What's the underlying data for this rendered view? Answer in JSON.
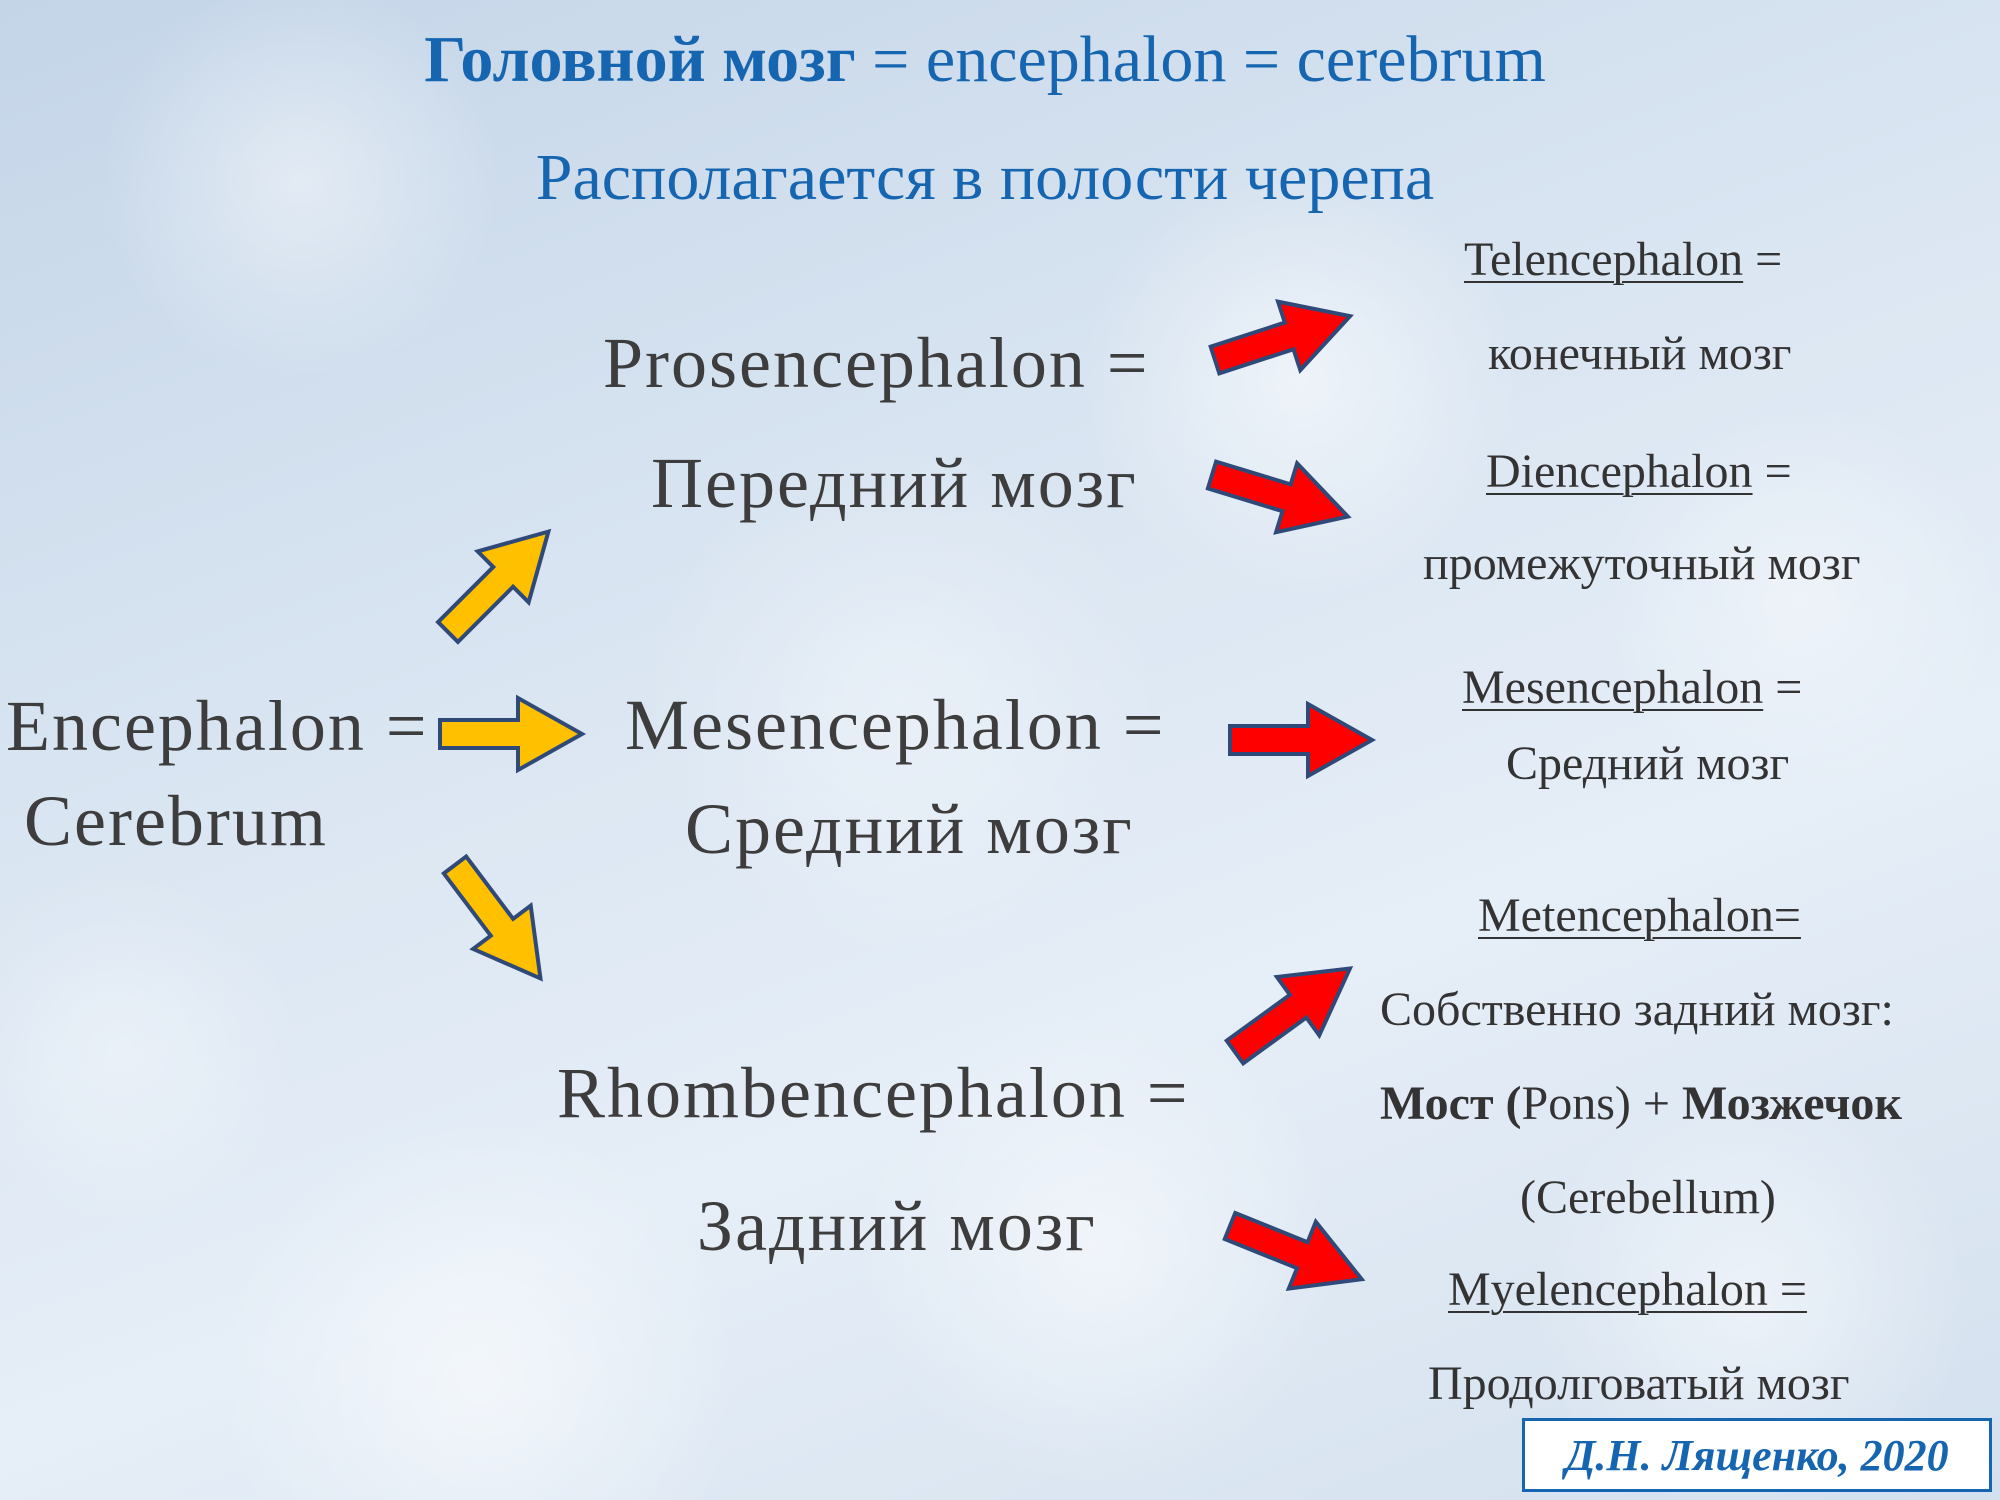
{
  "title": {
    "bold": "Головной мозг",
    "rest": " = encephalon = cerebrum"
  },
  "subtitle": "Располагается в полости черепа",
  "root": {
    "line1": "Encephalon =",
    "line2": "Cerebrum"
  },
  "prosencephalon": {
    "line1": "Prosencephalon =",
    "line2": "Передний мозг"
  },
  "mesencephalon_mid": {
    "line1": "Mesencephalon =",
    "line2": "Средний мозг"
  },
  "rhombencephalon": {
    "line1": "Rhombencephalon =",
    "line2": "Задний мозг"
  },
  "telencephalon": {
    "term": "Telencephalon",
    "eq": " =",
    "desc": "конечный мозг"
  },
  "diencephalon": {
    "term": "Diencephalon",
    "eq": " =",
    "desc": "промежуточный мозг"
  },
  "mesencephalon_right": {
    "term": "Mesencephalon",
    "eq": " =",
    "desc": "Средний мозг"
  },
  "metencephalon": {
    "term": "Metencephalon=",
    "desc": "Собственно задний мозг:",
    "pons_bold": "Мост (",
    "pons_text": "Pons) + ",
    "cerebellum_bold": "Мозжечок",
    "cerebellum_text": "(Cerebellum)"
  },
  "myelencephalon": {
    "term": "Myelencephalon = ",
    "desc": "Продолговатый мозг"
  },
  "signature": "Д.Н. Лященко, 2020",
  "colors": {
    "title": "#1565b0",
    "yellow_arrow": "#ffc000",
    "red_arrow": "#ff0000",
    "arrow_outline": "#2f4a78"
  }
}
